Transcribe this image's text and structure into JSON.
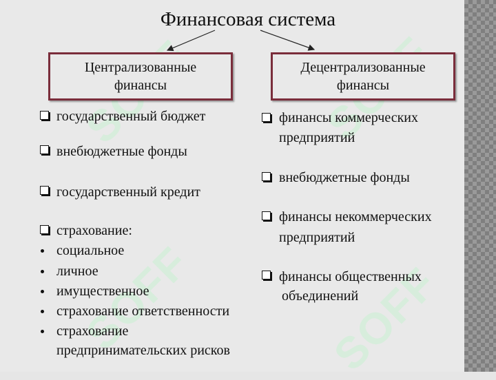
{
  "title": "Финансовая система",
  "left_box": {
    "line1": "Централизованные",
    "line2": "финансы"
  },
  "right_box": {
    "line1": "Децентрализованные",
    "line2": "финансы"
  },
  "left_items": [
    "государственный бюджет",
    "внебюджетные фонды",
    "государственный кредит",
    "страхование:"
  ],
  "insurance_subitems": [
    "социальное",
    "личное",
    "имущественное",
    "страхование ответственности",
    "страхование"
  ],
  "insurance_last_cont": "предпринимательских рисков",
  "right_items": [
    {
      "line1": "финансы коммерческих",
      "line2": "предприятий"
    },
    {
      "line1": "внебюджетные фонды",
      "line2": ""
    },
    {
      "line1": "финансы некоммерческих",
      "line2": "предприятий"
    },
    {
      "line1": "финансы общественных",
      "line2": "объединений"
    }
  ],
  "watermark_text": "SOFF",
  "colors": {
    "box_border": "#7a2d3b",
    "background": "#e9e9e9",
    "watermark": "#c8f0d2"
  }
}
